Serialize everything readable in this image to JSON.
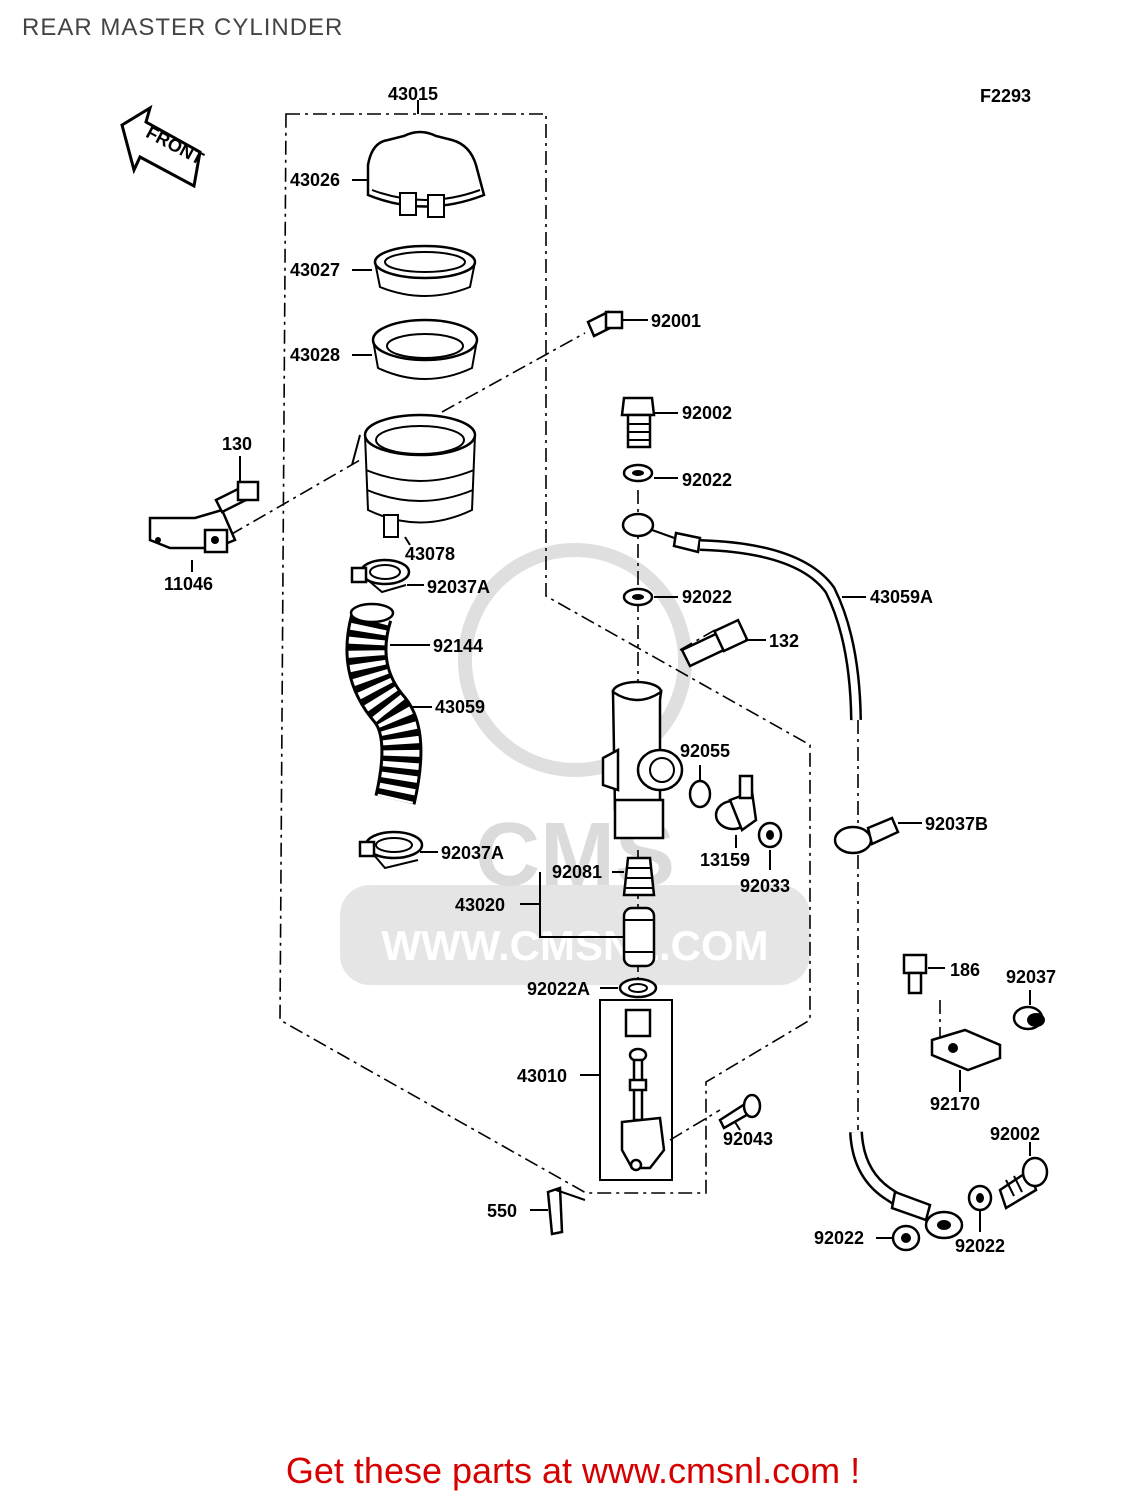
{
  "page_title": "REAR MASTER CYLINDER",
  "figure_code": "F2293",
  "front_arrow_text": "FRONT",
  "watermark_text": "WWW.CMSNL.COM",
  "watermark_logo": "CMS",
  "footer_link": "Get these parts at www.cmsnl.com !",
  "colors": {
    "footer": "#d60000",
    "watermark": "#d9d9d9",
    "title": "#444444"
  },
  "labels": {
    "l43015": "43015",
    "l43026": "43026",
    "l43027": "43027",
    "l43028": "43028",
    "l92001": "92001",
    "l92002a": "92002",
    "l92022a": "92022",
    "l92022b": "92022",
    "l43059A": "43059A",
    "l130": "130",
    "l11046": "11046",
    "l43078": "43078",
    "l92037Aa": "92037A",
    "l92144": "92144",
    "l132": "132",
    "l43059": "43059",
    "l92055": "92055",
    "l13159": "13159",
    "l92033": "92033",
    "l92037B": "92037B",
    "l92037Ab": "92037A",
    "l92081": "92081",
    "l43020": "43020",
    "l186": "186",
    "l92037": "92037",
    "l92022A": "92022A",
    "l43010": "43010",
    "l92170": "92170",
    "l92043": "92043",
    "l92002b": "92002",
    "l550": "550",
    "l92022c": "92022",
    "l92022d": "92022"
  }
}
